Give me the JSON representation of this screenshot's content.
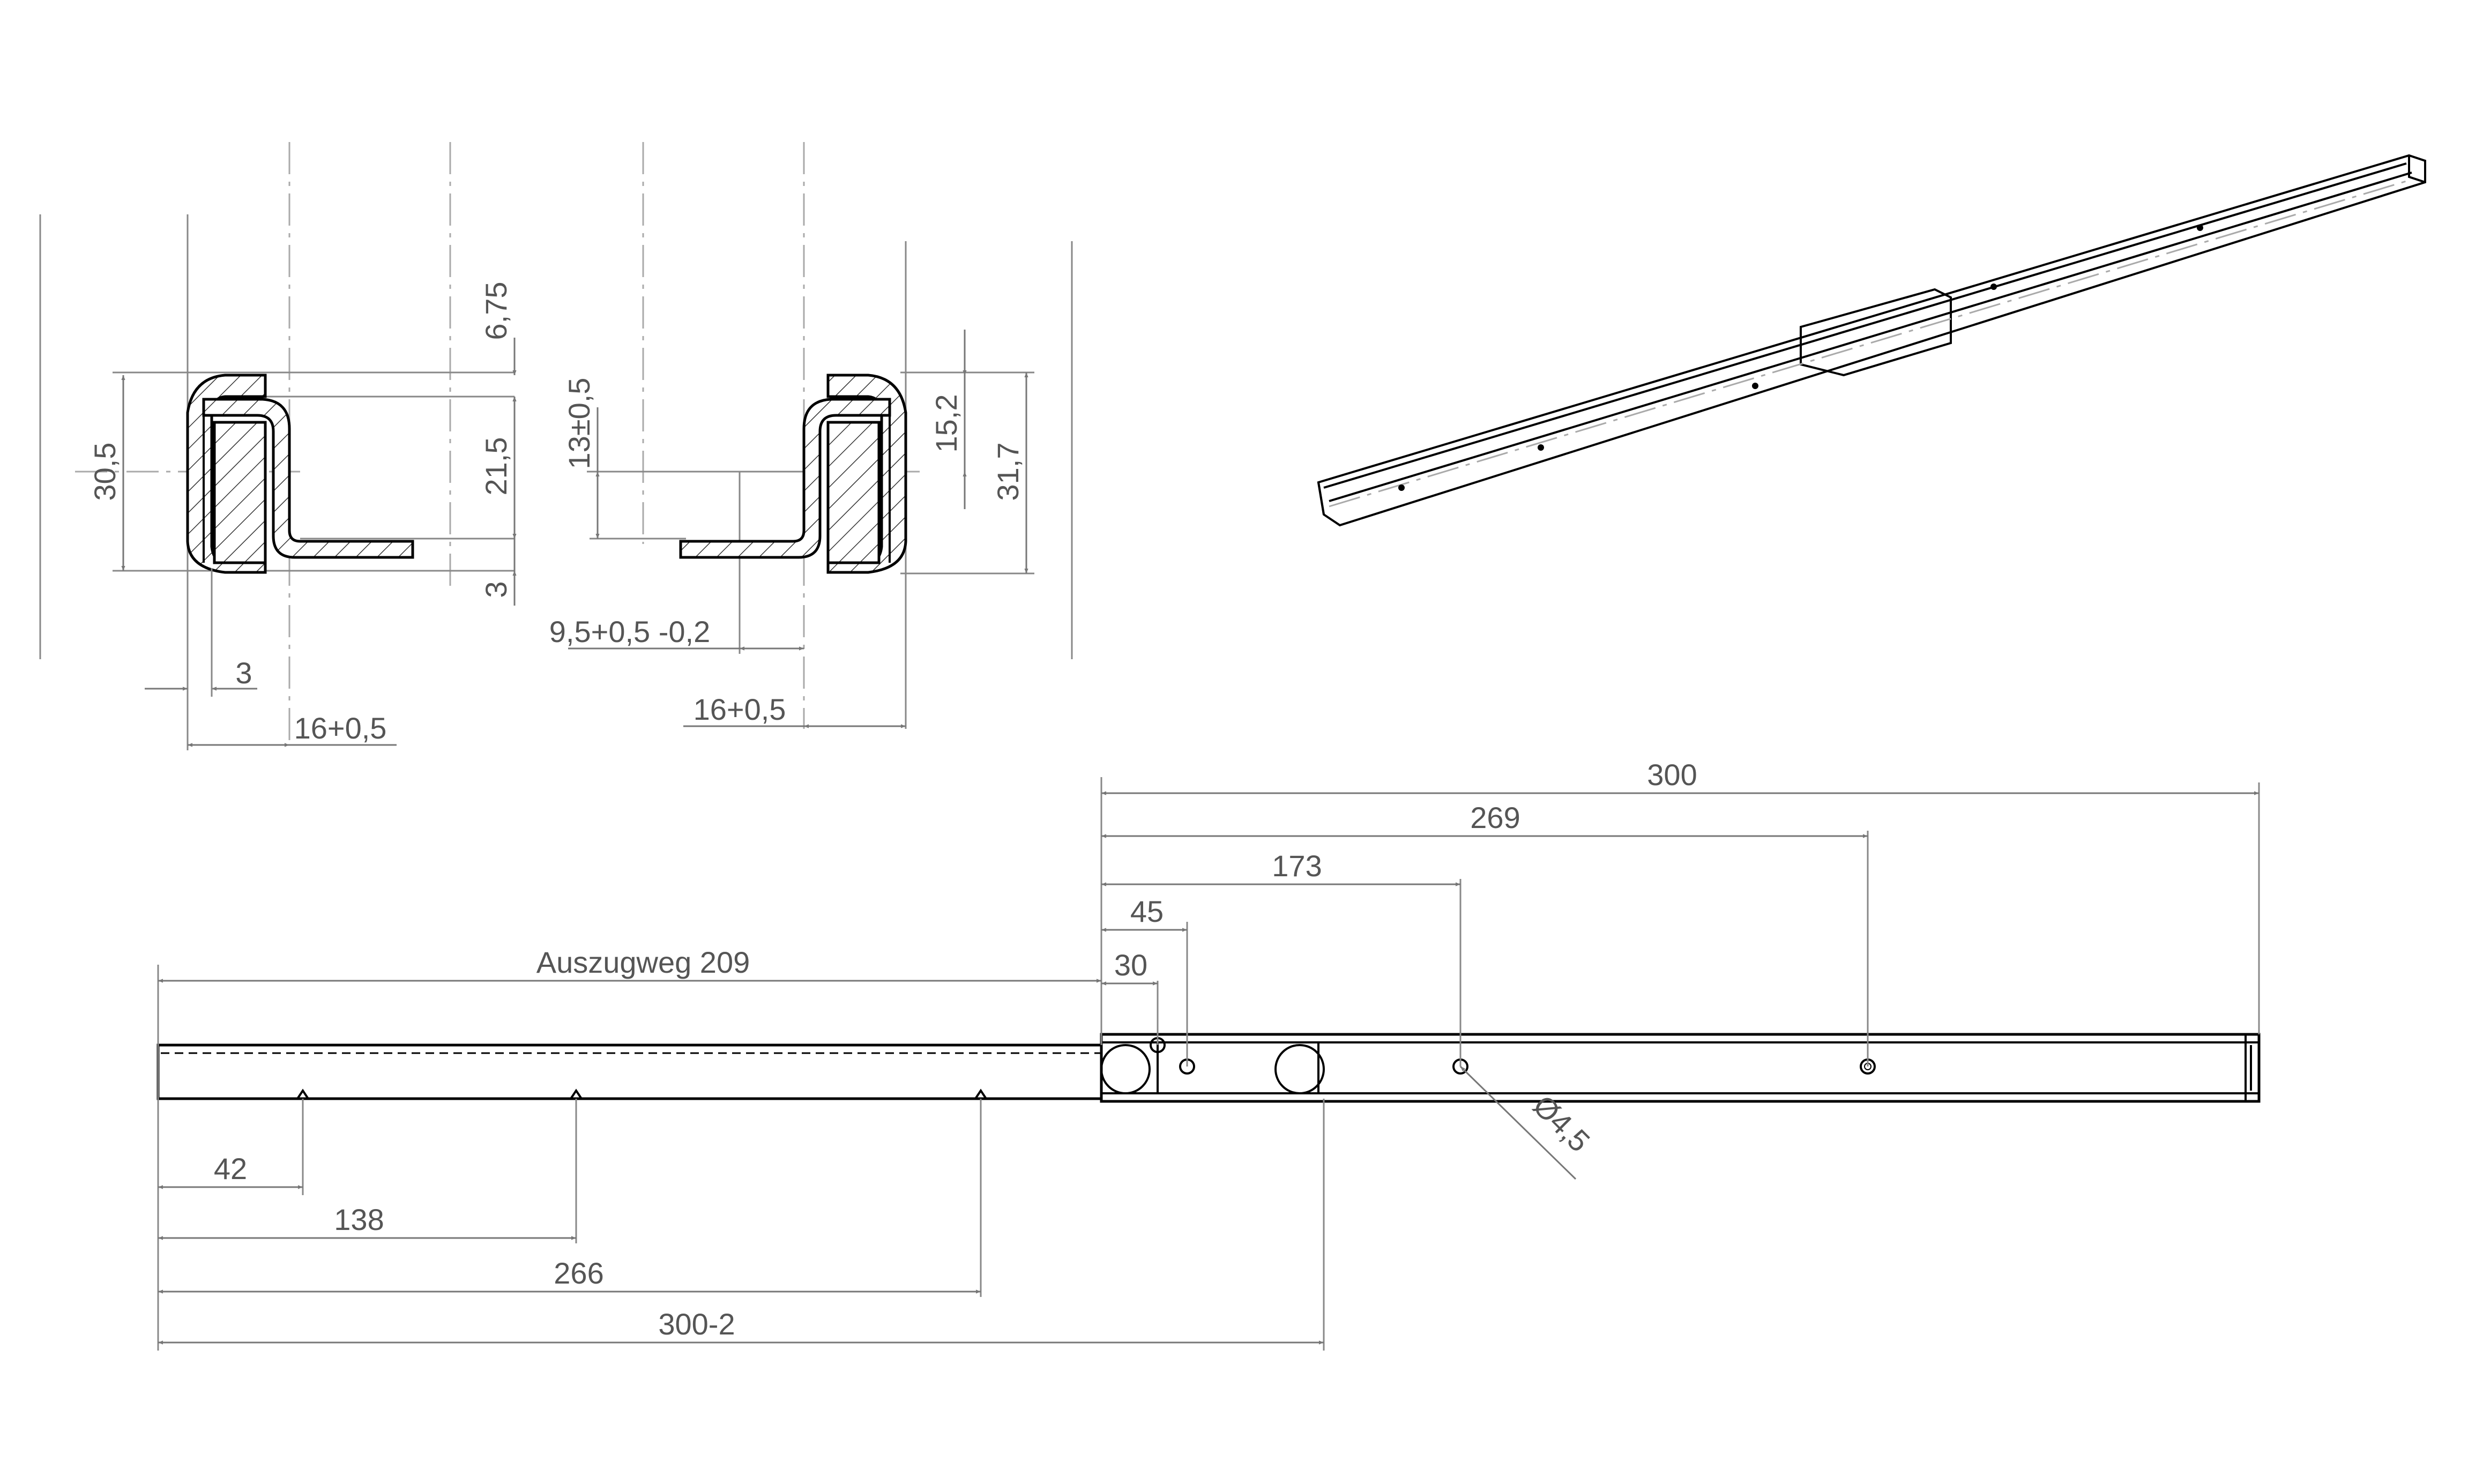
{
  "section_left": {
    "dims": {
      "height_total": "30,5",
      "top_offset": "6,75",
      "inner_height": "21,5",
      "bottom_offset": "3",
      "wall": "3",
      "width": "16+0,5"
    }
  },
  "section_right": {
    "dims": {
      "center_height": "13±0,5",
      "upper_height": "15,2",
      "height_total": "31,7",
      "flange_offset": "9,5+0,5 -0,2",
      "width": "16+0,5"
    }
  },
  "side_view": {
    "top_dims": {
      "overall": "300",
      "hole3": "269",
      "hole2": "173",
      "hole1b": "45",
      "hole1a": "30"
    },
    "extension": "Auszugweg 209",
    "hole_diameter": "Ø4,5",
    "bottom_dims": {
      "d1": "42",
      "d2": "138",
      "d3": "266",
      "total": "300-2"
    }
  }
}
